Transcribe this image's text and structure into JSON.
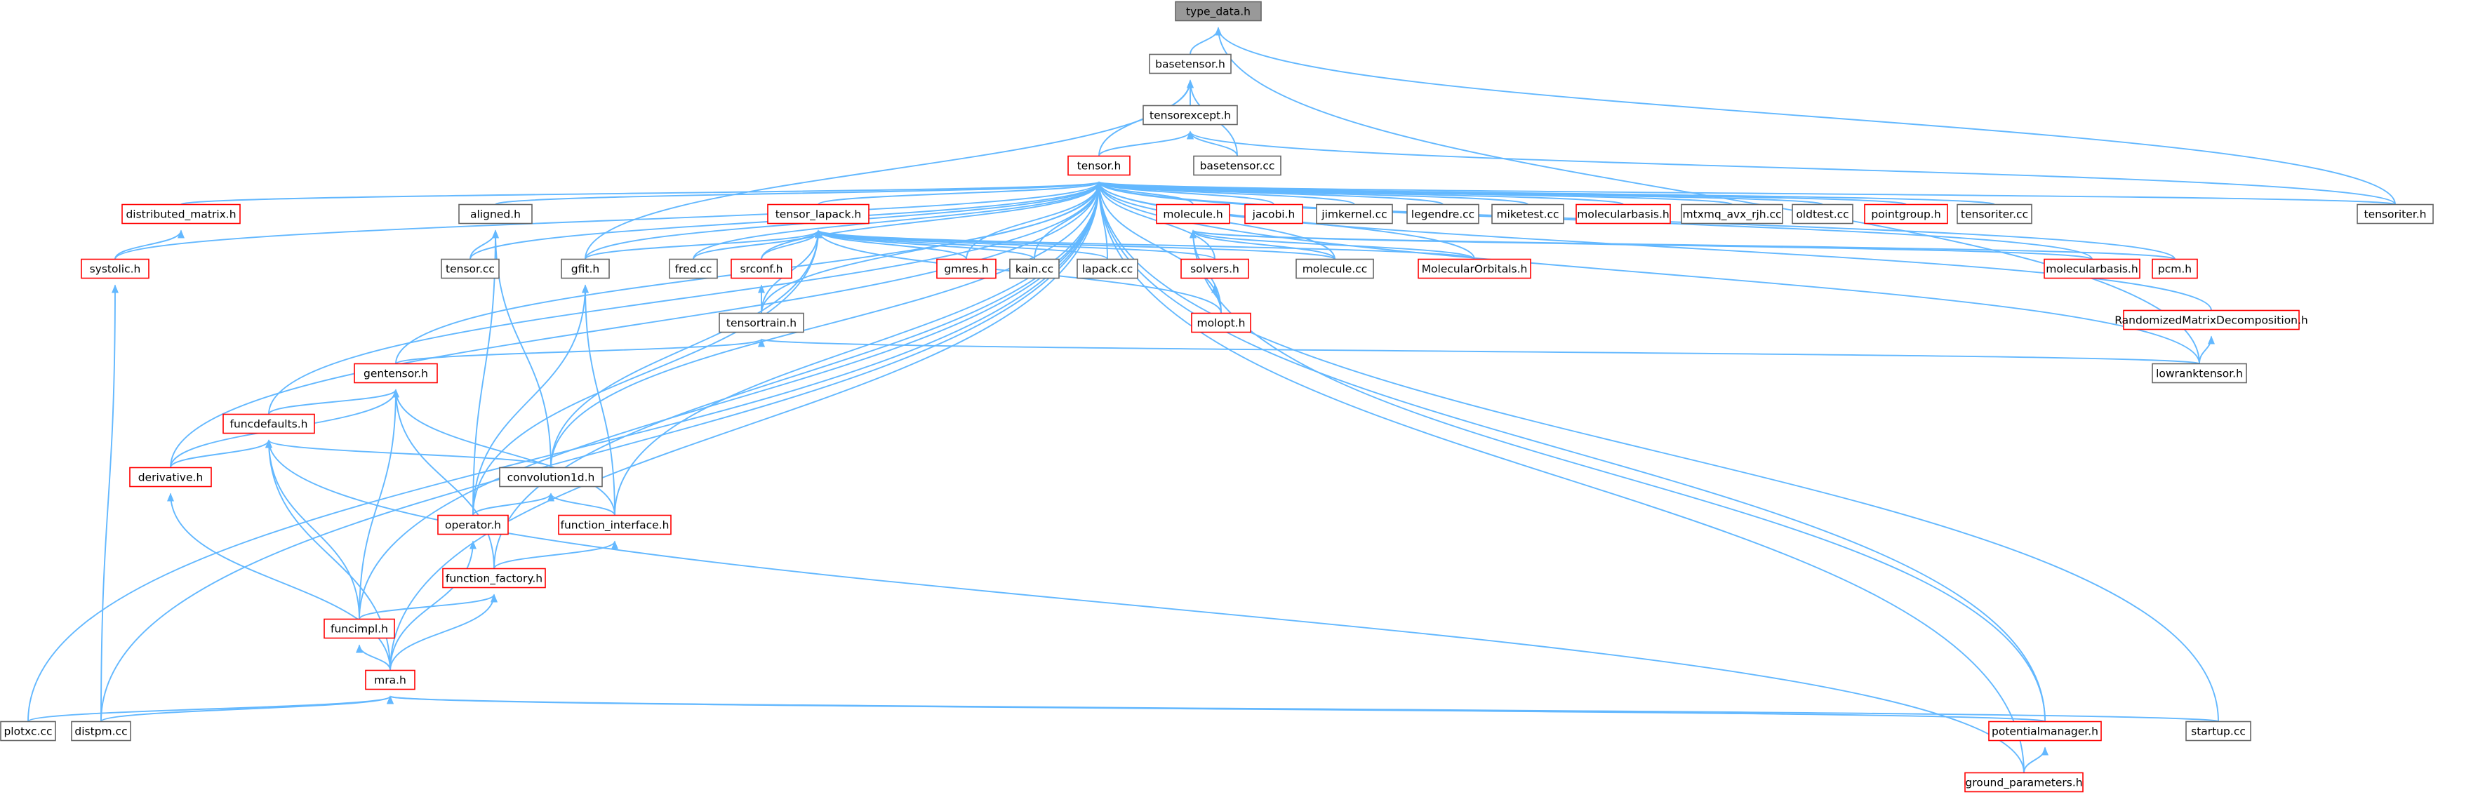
{
  "colors": {
    "edge": "#63b8ff",
    "node_fill": "#ffffff",
    "node_border": "#666666",
    "node_border_red": "#ff0000",
    "root_fill": "#999999",
    "root_border": "#666666"
  },
  "nodes": [
    {
      "id": "type_data",
      "label": "type_data.h",
      "style": "root"
    },
    {
      "id": "basetensor",
      "label": "basetensor.h",
      "style": "plain"
    },
    {
      "id": "tensorexcept",
      "label": "tensorexcept.h",
      "style": "plain"
    },
    {
      "id": "basetensor_cc",
      "label": "basetensor.cc",
      "style": "plain"
    },
    {
      "id": "tensor",
      "label": "tensor.h",
      "style": "red"
    },
    {
      "id": "distributed_matrix",
      "label": "distributed_matrix.h",
      "style": "red"
    },
    {
      "id": "aligned",
      "label": "aligned.h",
      "style": "plain"
    },
    {
      "id": "tensor_lapack",
      "label": "tensor_lapack.h",
      "style": "red"
    },
    {
      "id": "molecule",
      "label": "molecule.h",
      "style": "red"
    },
    {
      "id": "jacobi",
      "label": "jacobi.h",
      "style": "red"
    },
    {
      "id": "jimkernel",
      "label": "jimkernel.cc",
      "style": "plain"
    },
    {
      "id": "legendre",
      "label": "legendre.cc",
      "style": "plain"
    },
    {
      "id": "miketest",
      "label": "miketest.cc",
      "style": "plain"
    },
    {
      "id": "molecularbasis1",
      "label": "molecularbasis.h",
      "style": "red"
    },
    {
      "id": "mtxmq",
      "label": "mtxmq_avx_rjh.cc",
      "style": "plain"
    },
    {
      "id": "oldtest",
      "label": "oldtest.cc",
      "style": "plain"
    },
    {
      "id": "pointgroup",
      "label": "pointgroup.h",
      "style": "red"
    },
    {
      "id": "tensoriter_cc",
      "label": "tensoriter.cc",
      "style": "plain"
    },
    {
      "id": "tensoriter_h",
      "label": "tensoriter.h",
      "style": "plain"
    },
    {
      "id": "systolic",
      "label": "systolic.h",
      "style": "red"
    },
    {
      "id": "tensor_cc",
      "label": "tensor.cc",
      "style": "plain"
    },
    {
      "id": "gfit",
      "label": "gfit.h",
      "style": "plain"
    },
    {
      "id": "fred",
      "label": "fred.cc",
      "style": "plain"
    },
    {
      "id": "srconf",
      "label": "srconf.h",
      "style": "red"
    },
    {
      "id": "gmres",
      "label": "gmres.h",
      "style": "red"
    },
    {
      "id": "kain",
      "label": "kain.cc",
      "style": "plain"
    },
    {
      "id": "lapack",
      "label": "lapack.cc",
      "style": "plain"
    },
    {
      "id": "solvers",
      "label": "solvers.h",
      "style": "red"
    },
    {
      "id": "molecule_cc",
      "label": "molecule.cc",
      "style": "plain"
    },
    {
      "id": "molecularorbitals",
      "label": "MolecularOrbitals.h",
      "style": "red"
    },
    {
      "id": "molecularbasis2",
      "label": "molecularbasis.h",
      "style": "red"
    },
    {
      "id": "pcm",
      "label": "pcm.h",
      "style": "red"
    },
    {
      "id": "tensortrain",
      "label": "tensortrain.h",
      "style": "plain"
    },
    {
      "id": "molopt",
      "label": "molopt.h",
      "style": "red"
    },
    {
      "id": "randomized",
      "label": "RandomizedMatrixDecomposition.h",
      "style": "red"
    },
    {
      "id": "gentensor",
      "label": "gentensor.h",
      "style": "red"
    },
    {
      "id": "lowranktensor",
      "label": "lowranktensor.h",
      "style": "plain"
    },
    {
      "id": "funcdefaults",
      "label": "funcdefaults.h",
      "style": "red"
    },
    {
      "id": "derivative",
      "label": "derivative.h",
      "style": "red"
    },
    {
      "id": "convolution1d",
      "label": "convolution1d.h",
      "style": "plain"
    },
    {
      "id": "operator",
      "label": "operator.h",
      "style": "red"
    },
    {
      "id": "function_interface",
      "label": "function_interface.h",
      "style": "red"
    },
    {
      "id": "function_factory",
      "label": "function_factory.h",
      "style": "red"
    },
    {
      "id": "funcimpl",
      "label": "funcimpl.h",
      "style": "red"
    },
    {
      "id": "mra",
      "label": "mra.h",
      "style": "red"
    },
    {
      "id": "plotxc",
      "label": "plotxc.cc",
      "style": "plain"
    },
    {
      "id": "distpm",
      "label": "distpm.cc",
      "style": "plain"
    },
    {
      "id": "potentialmanager",
      "label": "potentialmanager.h",
      "style": "red"
    },
    {
      "id": "startup",
      "label": "startup.cc",
      "style": "plain"
    },
    {
      "id": "ground_parameters",
      "label": "ground_parameters.h",
      "style": "red"
    }
  ],
  "edges": [
    [
      "type_data",
      "basetensor"
    ],
    [
      "type_data",
      "lowranktensor"
    ],
    [
      "type_data",
      "tensoriter_h"
    ],
    [
      "basetensor",
      "tensorexcept"
    ],
    [
      "basetensor",
      "basetensor_cc"
    ],
    [
      "basetensor",
      "tensor"
    ],
    [
      "basetensor",
      "gfit"
    ],
    [
      "tensorexcept",
      "tensor"
    ],
    [
      "tensorexcept",
      "basetensor_cc"
    ],
    [
      "tensorexcept",
      "tensoriter_h"
    ],
    [
      "tensor",
      "distributed_matrix"
    ],
    [
      "tensor",
      "aligned"
    ],
    [
      "tensor",
      "tensor_lapack"
    ],
    [
      "tensor",
      "molecule"
    ],
    [
      "tensor",
      "jacobi"
    ],
    [
      "tensor",
      "jimkernel"
    ],
    [
      "tensor",
      "legendre"
    ],
    [
      "tensor",
      "miketest"
    ],
    [
      "tensor",
      "molecularbasis1"
    ],
    [
      "tensor",
      "mtxmq"
    ],
    [
      "tensor",
      "oldtest"
    ],
    [
      "tensor",
      "pointgroup"
    ],
    [
      "tensor",
      "tensoriter_cc"
    ],
    [
      "tensor",
      "tensoriter_h"
    ],
    [
      "tensor",
      "systolic"
    ],
    [
      "tensor",
      "tensor_cc"
    ],
    [
      "tensor",
      "gfit"
    ],
    [
      "tensor",
      "fred"
    ],
    [
      "tensor",
      "srconf"
    ],
    [
      "tensor",
      "gmres"
    ],
    [
      "tensor",
      "kain"
    ],
    [
      "tensor",
      "lapack"
    ],
    [
      "tensor",
      "solvers"
    ],
    [
      "tensor",
      "molecule_cc"
    ],
    [
      "tensor",
      "molecularorbitals"
    ],
    [
      "tensor",
      "molecularbasis2"
    ],
    [
      "tensor",
      "pcm"
    ],
    [
      "tensor",
      "tensortrain"
    ],
    [
      "tensor",
      "molopt"
    ],
    [
      "tensor",
      "randomized"
    ],
    [
      "tensor",
      "gentensor"
    ],
    [
      "tensor",
      "lowranktensor"
    ],
    [
      "tensor",
      "funcdefaults"
    ],
    [
      "tensor",
      "derivative"
    ],
    [
      "tensor",
      "convolution1d"
    ],
    [
      "tensor",
      "function_interface"
    ],
    [
      "tensor",
      "function_factory"
    ],
    [
      "tensor",
      "funcimpl"
    ],
    [
      "tensor",
      "mra"
    ],
    [
      "tensor",
      "plotxc"
    ],
    [
      "tensor",
      "distpm"
    ],
    [
      "tensor",
      "potentialmanager"
    ],
    [
      "tensor",
      "startup"
    ],
    [
      "tensor",
      "ground_parameters"
    ],
    [
      "distributed_matrix",
      "systolic"
    ],
    [
      "systolic",
      "distpm"
    ],
    [
      "aligned",
      "tensor_cc"
    ],
    [
      "aligned",
      "operator"
    ],
    [
      "aligned",
      "convolution1d"
    ],
    [
      "tensor_lapack",
      "gfit"
    ],
    [
      "tensor_lapack",
      "fred"
    ],
    [
      "tensor_lapack",
      "srconf"
    ],
    [
      "tensor_lapack",
      "gmres"
    ],
    [
      "tensor_lapack",
      "kain"
    ],
    [
      "tensor_lapack",
      "lapack"
    ],
    [
      "tensor_lapack",
      "solvers"
    ],
    [
      "tensor_lapack",
      "molecule_cc"
    ],
    [
      "tensor_lapack",
      "molecularorbitals"
    ],
    [
      "tensor_lapack",
      "tensortrain"
    ],
    [
      "tensor_lapack",
      "molopt"
    ],
    [
      "tensor_lapack",
      "operator"
    ],
    [
      "tensor_lapack",
      "convolution1d"
    ],
    [
      "molecule",
      "molecule_cc"
    ],
    [
      "molecule",
      "molecularorbitals"
    ],
    [
      "molecule",
      "molecularbasis2"
    ],
    [
      "molecule",
      "pcm"
    ],
    [
      "molecule",
      "molopt"
    ],
    [
      "molecule",
      "potentialmanager"
    ],
    [
      "gfit",
      "operator"
    ],
    [
      "gfit",
      "function_interface"
    ],
    [
      "srconf",
      "tensortrain"
    ],
    [
      "solvers",
      "molopt"
    ],
    [
      "tensortrain",
      "gentensor"
    ],
    [
      "tensortrain",
      "lowranktensor"
    ],
    [
      "randomized",
      "lowranktensor"
    ],
    [
      "gentensor",
      "funcdefaults"
    ],
    [
      "gentensor",
      "derivative"
    ],
    [
      "gentensor",
      "function_interface"
    ],
    [
      "gentensor",
      "function_factory"
    ],
    [
      "gentensor",
      "funcimpl"
    ],
    [
      "funcdefaults",
      "derivative"
    ],
    [
      "funcdefaults",
      "convolution1d"
    ],
    [
      "funcdefaults",
      "funcimpl"
    ],
    [
      "funcdefaults",
      "mra"
    ],
    [
      "funcdefaults",
      "ground_parameters"
    ],
    [
      "derivative",
      "mra"
    ],
    [
      "convolution1d",
      "operator"
    ],
    [
      "convolution1d",
      "function_interface"
    ],
    [
      "operator",
      "mra"
    ],
    [
      "function_interface",
      "function_factory"
    ],
    [
      "function_factory",
      "funcimpl"
    ],
    [
      "function_factory",
      "mra"
    ],
    [
      "funcimpl",
      "mra"
    ],
    [
      "mra",
      "plotxc"
    ],
    [
      "mra",
      "distpm"
    ],
    [
      "mra",
      "potentialmanager"
    ],
    [
      "mra",
      "startup"
    ],
    [
      "potentialmanager",
      "ground_parameters"
    ]
  ]
}
